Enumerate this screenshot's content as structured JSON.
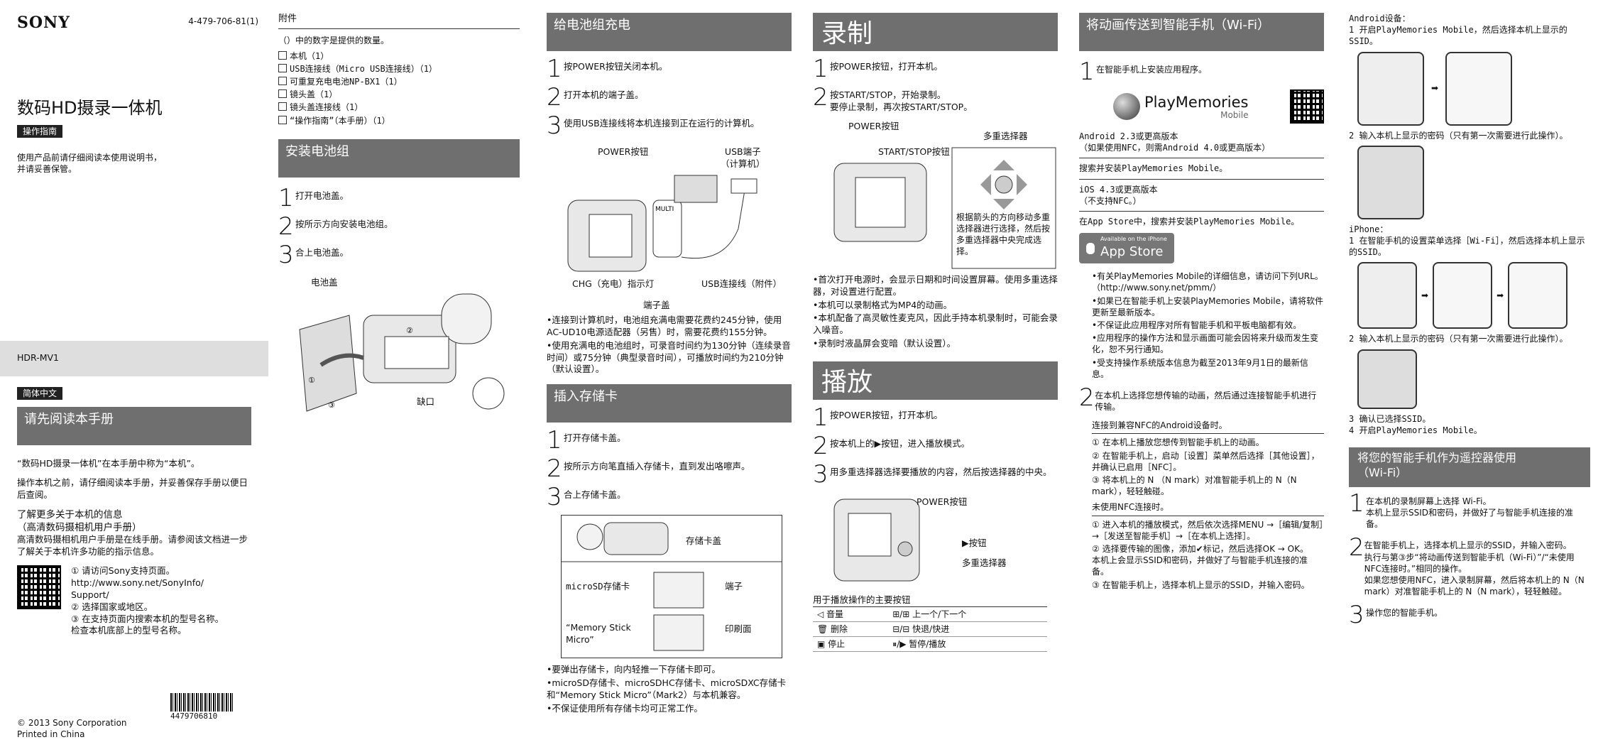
{
  "brand": "SONY",
  "docnum": "4-479-706-81(1)",
  "title": "数码HD摄录一体机",
  "guide_label": "操作指南",
  "intro": "使用产品前请仔细阅读本使用说明书，\n并请妥善保管。",
  "model": "HDR-MV1",
  "lang_label": "简体中文",
  "read_first": {
    "title": "请先阅读本手册",
    "p1": "“数码HD摄录一体机”在本手册中称为“本机”。",
    "p2": "操作本机之前，请仔细阅读本手册，并妥善保存手册以便日后查阅。",
    "more_title": "了解更多关于本机的信息\n（高清数码摄相机用户手册）",
    "more_text": "高清数码摄相机用户手册是在线手册。请参阅该文档进一步了解关于本机许多功能的指示信息。",
    "steps": [
      "① 请访问Sony支持页面。\nhttp://www.sony.net/SonyInfo/\nSupport/",
      "② 选择国家或地区。",
      "③ 在支持页面内搜索本机的型号名称。\n检查本机底部上的型号名称。"
    ]
  },
  "copyright": "© 2013 Sony Corporation",
  "printed": "Printed in China",
  "barcode_num": "4479706810",
  "accessories": {
    "title": "附件",
    "note": "（）中的数字是提供的数量。",
    "items": [
      "本机（1）",
      "USB连接线（Micro USB连接线）（1）",
      "可重复充电电池NP-BX1（1）",
      "镜头盖（1）",
      "镜头盖连接线（1）",
      "“操作指南”（本手册）（1）"
    ]
  },
  "battery": {
    "title": "安装电池组",
    "steps": [
      "打开电池盖。",
      "按所示方向安装电池组。",
      "合上电池盖。"
    ],
    "fig_cover": "电池盖",
    "fig_notch": "缺口"
  },
  "charge": {
    "title": "给电池组充电",
    "steps": [
      "按POWER按钮关闭本机。",
      "打开本机的端子盖。",
      "使用USB连接线将本机连接到正在运行的计算机。"
    ],
    "fig": {
      "power": "POWER按钮",
      "usb_port": "USB端子\n（计算机）",
      "multi": "MULTI",
      "chg": "CHG（充电）指示灯",
      "usb_cable": "USB连接线（附件）",
      "cover": "端子盖"
    },
    "notes": [
      "•连接到计算机时，电池组充满电需要花费约245分钟，使用AC-UD10电源适配器（另售）时，需要花费约155分钟。",
      "•使用充满电的电池组时，可录音时间约为130分钟（连续录音时间）或75分钟（典型录音时间），可播放时间约为210分钟（默认设置）。"
    ]
  },
  "card": {
    "title": "插入存储卡",
    "steps": [
      "打开存储卡盖。",
      "按所示方向笔直插入存储卡，直到发出咯嚓声。",
      "合上存储卡盖。"
    ],
    "fig": {
      "cover": "存储卡盖",
      "microsd": "microSD存储卡",
      "terminal": "端子",
      "msm": "“Memory Stick\nMicro”",
      "print": "印刷面"
    },
    "notes": [
      "•要弹出存储卡，向内轻推一下存储卡即可。",
      "•microSD存储卡、microSDHC存储卡、microSDXC存储卡和“Memory Stick Micro”（Mark2）与本机兼容。",
      "•不保证使用所有存储卡均可正常工作。"
    ]
  },
  "record": {
    "title": "录制",
    "steps": [
      "按POWER按钮，打开本机。",
      "按START/STOP，开始录制。\n要停止录制，再次按START/STOP。"
    ],
    "fig": {
      "power": "POWER按钮",
      "startstop": "START/STOP按钮",
      "multi": "多重选择器",
      "desc": "根据箭头的方向移动多重选择器进行选择，然后按多重选择器中央完成选择。"
    },
    "notes": [
      "•首次打开电源时，会显示日期和时间设置屏幕。使用多重选择器，对设置进行配置。",
      "•本机可以录制格式为MP4的动画。",
      "•本机配备了高灵敏性麦克风，因此手持本机录制时，可能会录入噪音。",
      "•录制时液晶屏会变暗（默认设置）。"
    ]
  },
  "play": {
    "title": "播放",
    "steps": [
      "按POWER按钮，打开本机。",
      "按本机上的▶按钮，进入播放模式。",
      "用多重选择器选择要播放的内容，然后按选择器的中央。"
    ],
    "fig": {
      "power": "POWER按钮",
      "play": "▶按钮",
      "multi": "多重选择器"
    },
    "table_title": "用于播放操作的主要按钮",
    "table": [
      [
        "◁ 音量",
        "⊞/⊞ 上一个/下一个"
      ],
      [
        "🗑 删除",
        "⊟/⊟ 快退/快进"
      ],
      [
        "▣ 停止",
        "⏸/▶ 暂停/播放"
      ]
    ]
  },
  "wifi": {
    "title": "将动画传送到智能手机（Wi-Fi）",
    "step1": "在智能手机上安装应用程序。",
    "pm_logo": "PlayMemories",
    "pm_sub": "Mobile",
    "android": "Android 2.3或更高版本\n（如果使用NFC，则需Android 4.0或更高版本）",
    "android_search": "搜索并安装PlayMemories Mobile。",
    "ios": "iOS 4.3或更高版本\n（不支持NFC。）",
    "ios_search": "在App Store中，搜索并安装PlayMemories Mobile。",
    "appstore_small": "Available on the iPhone",
    "appstore": "App Store",
    "notes": [
      "•有关PlayMemories Mobile的详细信息，请访问下列URL。\n（http://www.sony.net/pmm/）",
      "•如果已在智能手机上安装PlayMemories Mobile，请将软件更新至最新版本。",
      "•不保证此应用程序对所有智能手机和平板电脑都有效。",
      "•应用程序的操作方法和显示画面可能会因将来升级而发生变化，恕不另行通知。",
      "•受支持操作系统版本信息为截至2013年9月1日的最新信息。"
    ],
    "step2": "在本机上选择您想传输的动画，然后通过连接智能手机进行传输。",
    "nfc_title": "连接到兼容NFC的Android设备时。",
    "nfc": [
      "① 在本机上播放您想传到智能手机上的动画。",
      "② 在智能手机上，启动［设置］菜单然后选择［其他设置］，并确认已启用［NFC］。",
      "③ 将本机上的 N （N mark）对准智能手机上的 N（N mark），轻轻触碰。"
    ],
    "nonfc_title": "未使用NFC连接时。",
    "nonfc": [
      "① 进入本机的播放模式，然后依次选择MENU →［编辑/复制］→［发送至智能手机］→［在本机上选择］。",
      "② 选择要传输的图像，添加✔标记，然后选择OK → OK。\n本机上会显示SSID和密码，并做好了与智能手机连接的准备。",
      "③ 在智能手机上，选择本机上显示的SSID，并输入密码。"
    ]
  },
  "android_dev": {
    "title": "Android设备：",
    "s1": "1 开启PlayMemories Mobile，然后选择本机上显示的SSID。",
    "s2": "2 输入本机上显示的密码（只有第一次需要进行此操作）。"
  },
  "iphone": {
    "title": "iPhone：",
    "s1": "1 在智能手机的设置菜单选择［Wi-Fi］，然后选择本机上显示的SSID。",
    "s2": "2 输入本机上显示的密码（只有第一次需要进行此操作）。",
    "s3": "3 确认已选择SSID。",
    "s4": "4 开启PlayMemories Mobile。"
  },
  "remote": {
    "title": "将您的智能手机作为遥控器使用\n（Wi-Fi）",
    "s1": "在本机的录制屏幕上选择 Wi-Fi。",
    "s1b": "本机上显示SSID和密码，并做好了与智能手机连接的准备。",
    "s2": "在智能手机上，选择本机上显示的SSID，并输入密码。",
    "s2b": "执行与第③步“将动画传送到智能手机（Wi-Fi）”/“未使用NFC连接时。”相同的操作。\n如果您想使用NFC，进入录制屏幕，然后将本机上的 N（N mark）对准智能手机上的 N（N mark），轻轻触碰。",
    "s3": "操作您的智能手机。"
  }
}
